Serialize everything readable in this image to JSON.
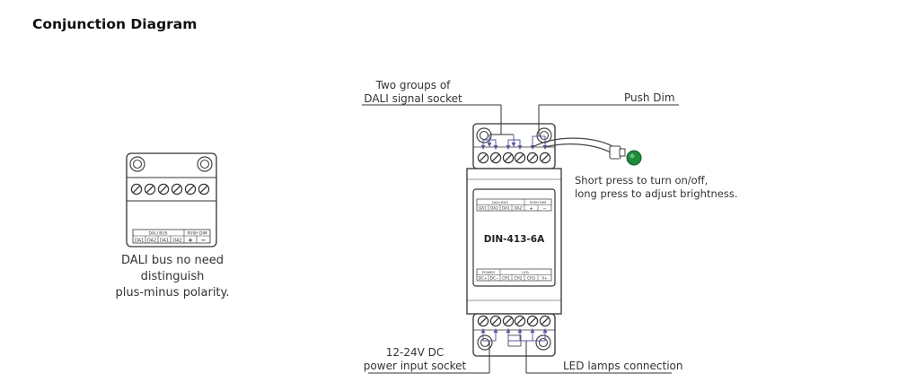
{
  "title": "Conjunction Diagram",
  "left_module": {
    "header_left": "DALI BUS",
    "header_right": "PUSH DIM",
    "terminals": [
      "DA1",
      "DA2",
      "DA1",
      "DA2",
      "+",
      "−"
    ],
    "caption_lines": [
      "DALI bus no need",
      "distinguish",
      "plus-minus polarity."
    ]
  },
  "main_module": {
    "model": "DIN-413-6A",
    "top_header_left": "DALI BUS",
    "top_header_right": "PUSH DIM",
    "top_terminals": [
      "DA1",
      "DA2",
      "DA1",
      "DA2",
      "+",
      "−"
    ],
    "bottom_header_left": "POWER",
    "bottom_header_right": "LED",
    "bottom_terminals": [
      "DC+",
      "DC−",
      "CH1",
      "CH2",
      "CH3",
      "V+"
    ]
  },
  "callouts": {
    "dali_socket": [
      "Two groups of",
      "DALI signal socket"
    ],
    "push_dim": "Push Dim",
    "push_dim_desc": [
      "Short press to turn on/off,",
      "long press to adjust brightness."
    ],
    "power_input": [
      "12-24V DC",
      "power input socket"
    ],
    "led_connection": "LED lamps connection"
  },
  "colors": {
    "line": "#333333",
    "arrow": "#5a5aa0",
    "button": "#1e8a3a"
  }
}
